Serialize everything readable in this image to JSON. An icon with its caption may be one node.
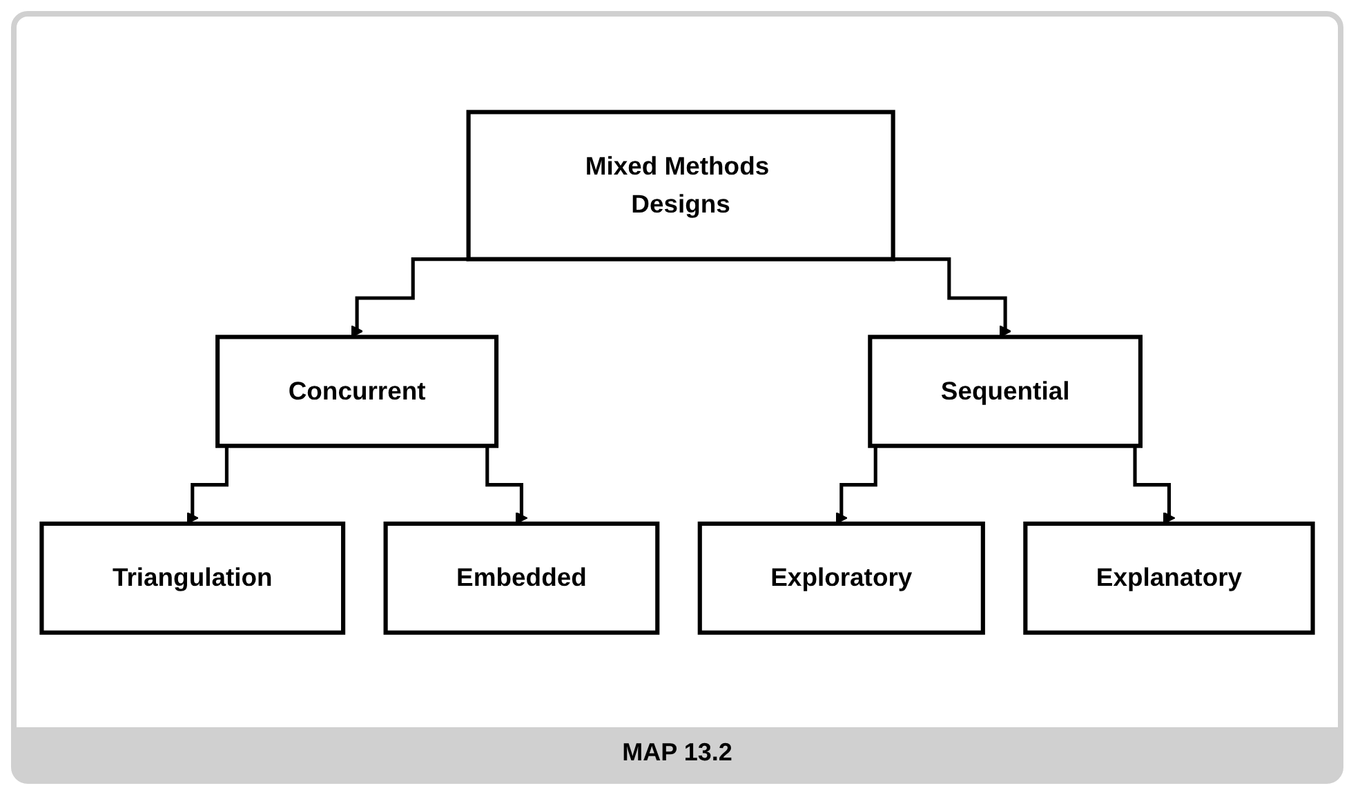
{
  "diagram": {
    "caption": "MAP 13.2",
    "nodes": [
      {
        "text": [
          "Mixed Methods Designs"
        ]
      },
      {
        "text": [
          "Concurrent"
        ]
      },
      {
        "text": [
          "Sequential"
        ]
      },
      {
        "text": [
          "Triangulation"
        ]
      },
      {
        "text": [
          "Embedded"
        ]
      },
      {
        "text": [
          "Exploratory"
        ]
      },
      {
        "text": [
          "Explanatory"
        ]
      }
    ],
    "edges": [
      {
        "from": 0,
        "to": 1,
        "arrow": "to"
      },
      {
        "from": 0,
        "to": 2,
        "arrow": "to"
      },
      {
        "from": 1,
        "to": 3,
        "arrow": "to"
      },
      {
        "from": 1,
        "to": 4,
        "arrow": "to"
      },
      {
        "from": 2,
        "to": 5,
        "arrow": "to"
      },
      {
        "from": 2,
        "to": 6,
        "arrow": "to"
      }
    ]
  }
}
